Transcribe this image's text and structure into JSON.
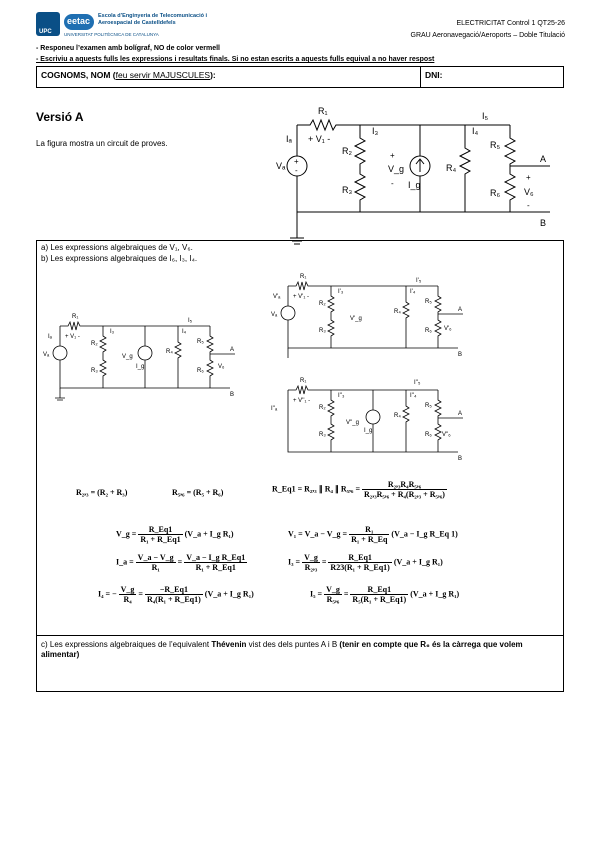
{
  "header": {
    "logo_upc": "UPC",
    "logo_eetac": "eetac",
    "school_line1": "Escola d’Enginyeria de Telecomunicació i",
    "school_line2": "Aeroespacial de Castelldefels",
    "university": "UNIVERSITAT POLITÈCNICA DE CATALUNYA",
    "course_line1": "ELECTRICITAT Control 1 QT25-26",
    "course_line2": "GRAU Aeronavegació/Aeroports – Doble Titulació"
  },
  "instructions": {
    "line1": "- Responeu l’examen amb bolígraf, NO de color vermell",
    "line2": "- Escriviu a aquests fulls les expressions i resultats finals. Si no estan escrits a aquests fulls equival a no haver respost"
  },
  "name_box": {
    "name_label": "COGNOMS, NOM (",
    "name_hint": "feu servir MAJUSCULES",
    "name_close": "):",
    "dni_label": "DNI:"
  },
  "version": "Versió A",
  "intro": "La figura mostra un circuit de proves.",
  "questions": {
    "a": "a)  Les expressions algebraiques de V₁, V₆.",
    "b": "b)  Les expressions algebraiques de I₆, I₃, I₄.",
    "c_text": "c)  Les expressions algebraiques de l’equivalent ",
    "c_bold": "Thévenin",
    "c_text2": " vist des dels puntes A i B ",
    "c_paren": "(tenir en compte que R₆ és la càrrega que volem alimentar)"
  },
  "equations": {
    "r23": "R₂,₃ = (R₂ + R₃)",
    "r56": "R₅,₆ = (R₅ + R₆)",
    "req_left": "R_Eq1 = R₂,₃ ∥ R₄ ∥ R₅,₆ =",
    "req_num": "R₂,₃R₄R₅,₆",
    "req_den": "R₂,₃R₅,₆ + R₄(R₂,₃ + R₅,₆)",
    "vg_left": "V_g =",
    "vg_num": "R_Eq1",
    "vg_den": "R₁ + R_Eq1",
    "vg_right": "(V_a + I_g R₁)",
    "v1_left": "V₁ = V_a − V_g =",
    "v1_num": "R₁",
    "v1_den": "R₁ + R_Eq",
    "v1_right": "(V_a − I_g R_Eq 1)",
    "ia_left": "I_a =",
    "ia_num1": "V_a − V_g",
    "ia_den1": "R₁",
    "ia_eq": "=",
    "ia_num2": "V_a − I_g R_Eq1",
    "ia_den2": "R₁ + R_Eq1",
    "i3_left": "I₃ =",
    "i3_num1": "V_g",
    "i3_den1": "R₂,₃",
    "i3_eq": "=",
    "i3_num2": "R_Eq1",
    "i3_den2": "R23(R₁ + R_Eq1)",
    "i3_right": "(V_a + I_g R₁)",
    "i4_left": "I₄ = −",
    "i4_num1": "V_g",
    "i4_den1": "R₄",
    "i4_eq": "=",
    "i4_num2": "−R_Eq1",
    "i4_den2": "R₄(R₁ + R_Eq1)",
    "i4_right": "(V_a + I_g R₁)",
    "i5_left": "I₅ =",
    "i5_num1": "V_g",
    "i5_den1": "R₅,₆",
    "i5_eq": "=",
    "i5_num2": "R_Eq1",
    "i5_den2": "R₅(R₁ + R_Eq1)",
    "i5_right": "(V_a + I_g R₁)"
  },
  "circuit_labels": {
    "r1": "R₁",
    "r2": "R₂",
    "r3": "R₃",
    "r4": "R₄",
    "r5": "R₅",
    "r6": "R₆",
    "v1": "+ V₁ -",
    "va": "Vₐ",
    "ia": "Iₐ",
    "i3": "I₃",
    "i4": "I₄",
    "i5": "I₅",
    "ig": "I_g",
    "vg": "V_g",
    "v6": "V₆",
    "a": "A",
    "b": "B",
    "plus": "+",
    "minus": "-"
  },
  "sub_labels": {
    "va1": "V'ₐ",
    "v1p": "+ V'₁ -",
    "i3p": "I'₃",
    "i4p": "I'₄",
    "i5p": "I'₅",
    "vgp": "V'_g",
    "v6p": "V'₆",
    "ia2": "I''ₐ",
    "v1pp": "+ V''₁ -",
    "i3pp": "I''₃",
    "i4pp": "I''₄",
    "i5pp": "I''₅",
    "vgpp": "V''_g",
    "v6pp": "V''₆"
  },
  "colors": {
    "upc_blue": "#0a4f86",
    "eetac_blue": "#1f6fb2"
  }
}
